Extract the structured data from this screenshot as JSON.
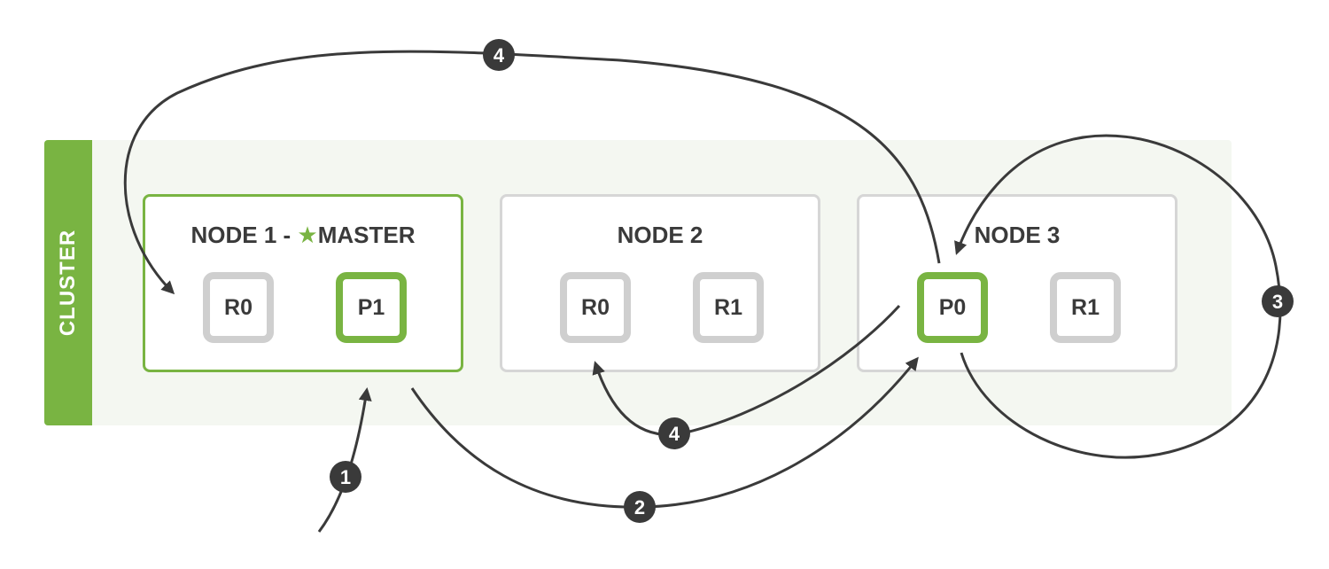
{
  "cluster": {
    "label": "CLUSTER"
  },
  "nodes": [
    {
      "title_prefix": "NODE 1 - ",
      "star": "★",
      "title_suffix": "MASTER",
      "shards": [
        {
          "label": "R0",
          "kind": "replica"
        },
        {
          "label": "P1",
          "kind": "primary"
        }
      ]
    },
    {
      "title": "NODE 2",
      "shards": [
        {
          "label": "R0",
          "kind": "replica"
        },
        {
          "label": "R1",
          "kind": "replica"
        }
      ]
    },
    {
      "title": "NODE 3",
      "shards": [
        {
          "label": "P0",
          "kind": "primary"
        },
        {
          "label": "R1",
          "kind": "replica"
        }
      ]
    }
  ],
  "steps": [
    "1",
    "2",
    "3",
    "4",
    "4"
  ],
  "colors": {
    "accent": "#79b442",
    "replica_border": "#cfcfcf",
    "node_border": "#d6d6d6",
    "arrow": "#3a3a3a"
  }
}
